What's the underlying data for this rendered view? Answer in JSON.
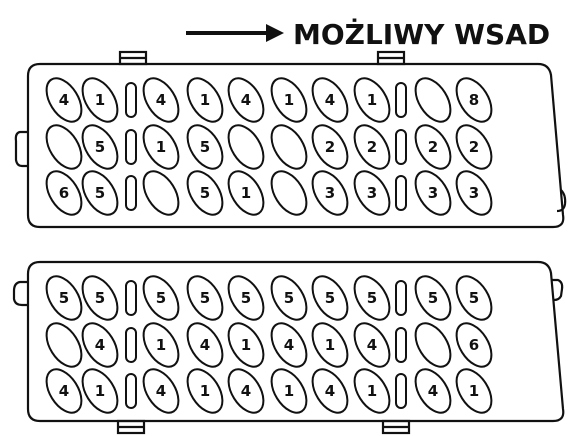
{
  "header": {
    "label": "MOŻLIWY WSAD",
    "arrow_icon": "arrow-right-icon"
  },
  "panels": [
    {
      "name": "upper-basket",
      "rows": [
        [
          "4",
          "1",
          "4",
          "1",
          "4",
          "1",
          "4",
          "1",
          "",
          "8"
        ],
        [
          "",
          "5",
          "1",
          "5",
          "",
          "",
          "2",
          "2",
          "2",
          "2"
        ],
        [
          "6",
          "5",
          "",
          "5",
          "1",
          "",
          "3",
          "3",
          "3",
          "3"
        ]
      ]
    },
    {
      "name": "lower-basket",
      "rows": [
        [
          "5",
          "5",
          "5",
          "5",
          "5",
          "5",
          "5",
          "5",
          "5",
          "5"
        ],
        [
          "",
          "4",
          "1",
          "4",
          "1",
          "4",
          "1",
          "4",
          "",
          "6"
        ],
        [
          "4",
          "1",
          "4",
          "1",
          "4",
          "1",
          "4",
          "1",
          "4",
          "1"
        ]
      ]
    }
  ],
  "colors": {
    "line": "#111111",
    "background": "#ffffff"
  }
}
